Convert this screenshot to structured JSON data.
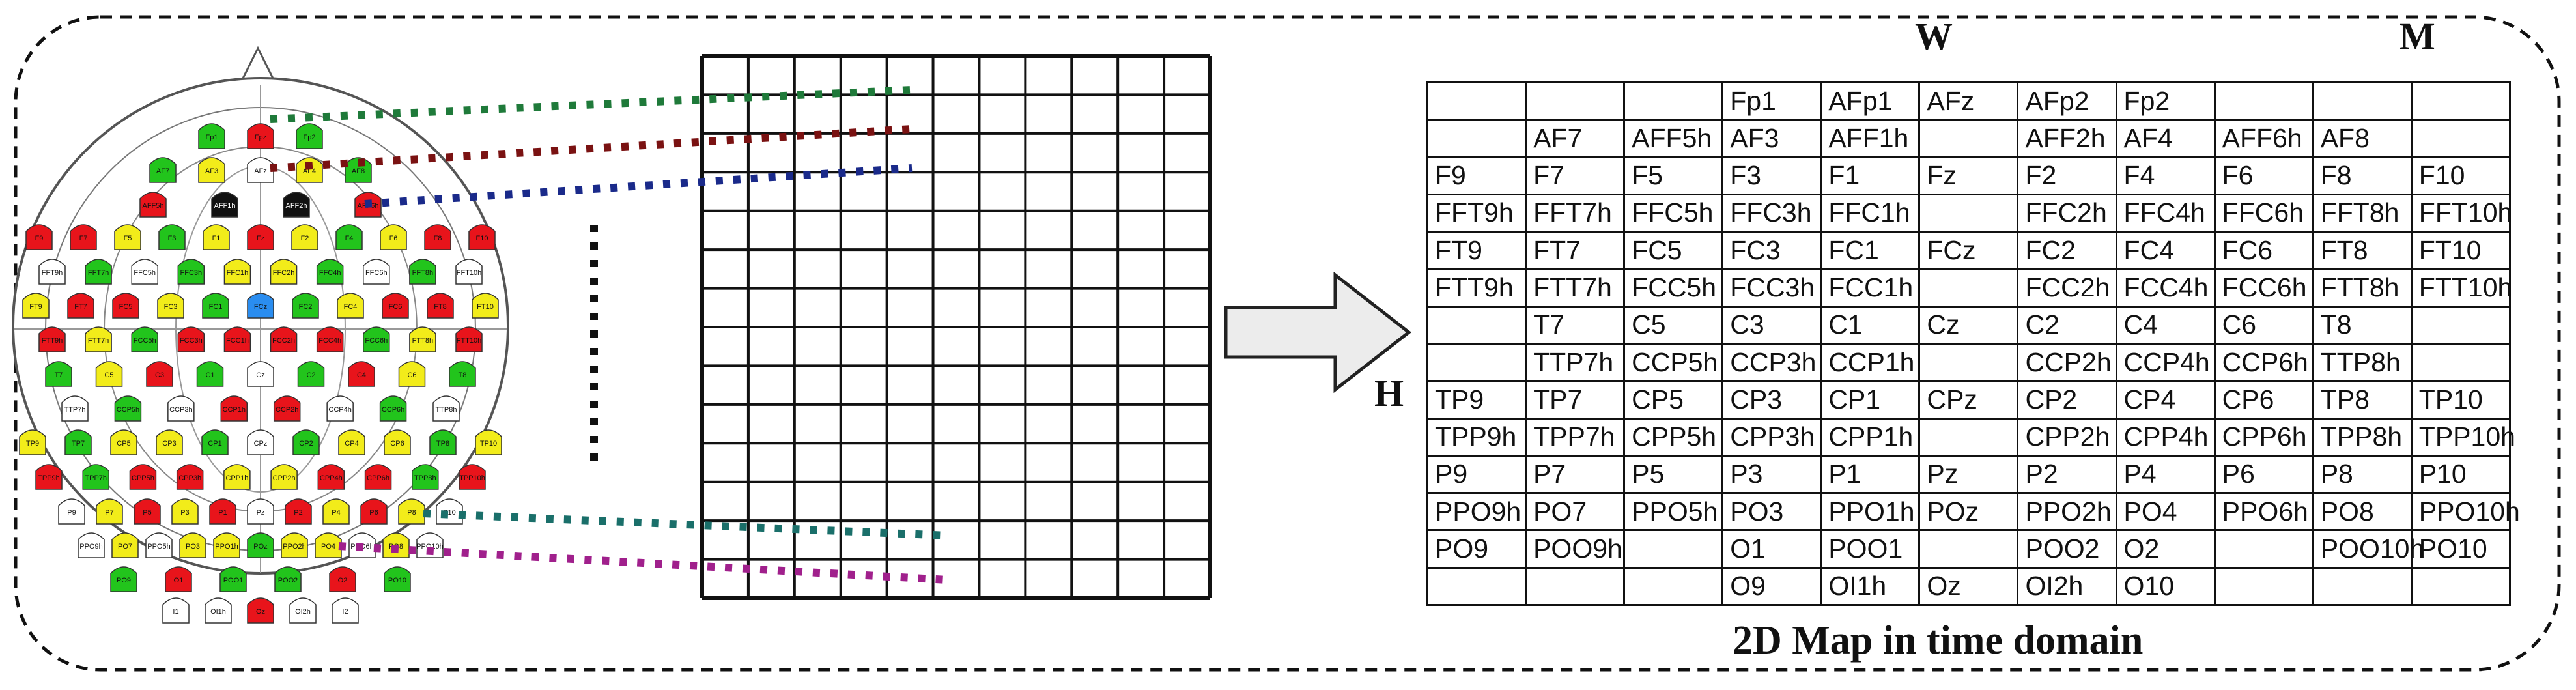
{
  "labels": {
    "width": "W",
    "montage": "M",
    "height": "H",
    "caption": "2D Map in time domain"
  },
  "colors": {
    "red": "#e8141b",
    "yellow": "#f2ec1a",
    "green": "#22c41c",
    "white": "#ffffff",
    "black": "#111111",
    "blue": "#2a8df0",
    "trace_green": "#1f7a3a",
    "trace_maroon": "#7a1212",
    "trace_navy": "#1a2a8a",
    "trace_teal": "#1a6f6a",
    "trace_magenta": "#a0208c"
  },
  "map_rows": [
    [
      "",
      "",
      "",
      "Fp1",
      "AFp1",
      "AFz",
      "AFp2",
      "Fp2",
      "",
      "",
      ""
    ],
    [
      "",
      "AF7",
      "AFF5h",
      "AF3",
      "AFF1h",
      "",
      "AFF2h",
      "AF4",
      "AFF6h",
      "AF8",
      ""
    ],
    [
      "F9",
      "F7",
      "F5",
      "F3",
      "F1",
      "Fz",
      "F2",
      "F4",
      "F6",
      "F8",
      "F10"
    ],
    [
      "FFT9h",
      "FFT7h",
      "FFC5h",
      "FFC3h",
      "FFC1h",
      "",
      "FFC2h",
      "FFC4h",
      "FFC6h",
      "FFT8h",
      "FFT10h"
    ],
    [
      "FT9",
      "FT7",
      "FC5",
      "FC3",
      "FC1",
      "FCz",
      "FC2",
      "FC4",
      "FC6",
      "FT8",
      "FT10"
    ],
    [
      "FTT9h",
      "FTT7h",
      "FCC5h",
      "FCC3h",
      "FCC1h",
      "",
      "FCC2h",
      "FCC4h",
      "FCC6h",
      "FTT8h",
      "FTT10h"
    ],
    [
      "",
      "T7",
      "C5",
      "C3",
      "C1",
      "Cz",
      "C2",
      "C4",
      "C6",
      "T8",
      ""
    ],
    [
      "",
      "TTP7h",
      "CCP5h",
      "CCP3h",
      "CCP1h",
      "",
      "CCP2h",
      "CCP4h",
      "CCP6h",
      "TTP8h",
      ""
    ],
    [
      "TP9",
      "TP7",
      "CP5",
      "CP3",
      "CP1",
      "CPz",
      "CP2",
      "CP4",
      "CP6",
      "TP8",
      "TP10"
    ],
    [
      "TPP9h",
      "TPP7h",
      "CPP5h",
      "CPP3h",
      "CPP1h",
      "",
      "CPP2h",
      "CPP4h",
      "CPP6h",
      "TPP8h",
      "TPP10h"
    ],
    [
      "P9",
      "P7",
      "P5",
      "P3",
      "P1",
      "Pz",
      "P2",
      "P4",
      "P6",
      "P8",
      "P10"
    ],
    [
      "PPO9h",
      "PO7",
      "PPO5h",
      "PO3",
      "PPO1h",
      "POz",
      "PPO2h",
      "PO4",
      "PPO6h",
      "PO8",
      "PPO10h"
    ],
    [
      "PO9",
      "POO9h",
      "",
      "O1",
      "POO1",
      "",
      "POO2",
      "O2",
      "",
      "POO10h",
      "PO10"
    ],
    [
      "",
      "",
      "",
      "O9",
      "OI1h",
      "Oz",
      "OI2h",
      "O10",
      "",
      "",
      ""
    ]
  ],
  "head_rows": [
    {
      "labels": [
        "Fp1",
        "Fpz",
        "Fp2"
      ],
      "colors": [
        "green",
        "red",
        "green"
      ]
    },
    {
      "labels": [
        "AF7",
        "AF3",
        "AFz",
        "AF4",
        "AF8"
      ],
      "colors": [
        "green",
        "yellow",
        "white",
        "yellow",
        "green"
      ]
    },
    {
      "labels": [
        "AFF5h",
        "AFF1h",
        "AFF2h",
        "AFF6h"
      ],
      "colors": [
        "red",
        "black",
        "black",
        "red"
      ]
    },
    {
      "labels": [
        "F9",
        "F7",
        "F5",
        "F3",
        "F1",
        "Fz",
        "F2",
        "F4",
        "F6",
        "F8",
        "F10"
      ],
      "colors": [
        "red",
        "red",
        "yellow",
        "green",
        "yellow",
        "red",
        "yellow",
        "green",
        "yellow",
        "red",
        "red"
      ]
    },
    {
      "labels": [
        "FFT9h",
        "FFT7h",
        "FFC5h",
        "FFC3h",
        "FFC1h",
        "FFC2h",
        "FFC4h",
        "FFC6h",
        "FFT8h",
        "FFT10h"
      ],
      "colors": [
        "white",
        "green",
        "white",
        "green",
        "yellow",
        "yellow",
        "green",
        "white",
        "green",
        "white"
      ]
    },
    {
      "labels": [
        "FT9",
        "FT7",
        "FC5",
        "FC3",
        "FC1",
        "FCz",
        "FC2",
        "FC4",
        "FC6",
        "FT8",
        "FT10"
      ],
      "colors": [
        "yellow",
        "red",
        "red",
        "yellow",
        "green",
        "blue",
        "green",
        "yellow",
        "red",
        "red",
        "yellow"
      ]
    },
    {
      "labels": [
        "FTT9h",
        "FTT7h",
        "FCC5h",
        "FCC3h",
        "FCC1h",
        "FCC2h",
        "FCC4h",
        "FCC6h",
        "FTT8h",
        "FTT10h"
      ],
      "colors": [
        "red",
        "yellow",
        "green",
        "red",
        "red",
        "red",
        "red",
        "green",
        "yellow",
        "red"
      ]
    },
    {
      "labels": [
        "T7",
        "C5",
        "C3",
        "C1",
        "Cz",
        "C2",
        "C4",
        "C6",
        "T8"
      ],
      "colors": [
        "green",
        "yellow",
        "red",
        "green",
        "white",
        "green",
        "red",
        "yellow",
        "green"
      ]
    },
    {
      "labels": [
        "TTP7h",
        "CCP5h",
        "CCP3h",
        "CCP1h",
        "CCP2h",
        "CCP4h",
        "CCP6h",
        "TTP8h"
      ],
      "colors": [
        "white",
        "green",
        "white",
        "red",
        "red",
        "white",
        "green",
        "white"
      ]
    },
    {
      "labels": [
        "TP9",
        "TP7",
        "CP5",
        "CP3",
        "CP1",
        "CPz",
        "CP2",
        "CP4",
        "CP6",
        "TP8",
        "TP10"
      ],
      "colors": [
        "yellow",
        "green",
        "yellow",
        "yellow",
        "green",
        "white",
        "green",
        "yellow",
        "yellow",
        "green",
        "yellow"
      ]
    },
    {
      "labels": [
        "TPP9h",
        "TPP7h",
        "CPP5h",
        "CPP3h",
        "CPP1h",
        "CPP2h",
        "CPP4h",
        "CPP6h",
        "TPP8h",
        "TPP10h"
      ],
      "colors": [
        "red",
        "green",
        "red",
        "red",
        "yellow",
        "yellow",
        "red",
        "red",
        "green",
        "red"
      ]
    },
    {
      "labels": [
        "P9",
        "P7",
        "P5",
        "P3",
        "P1",
        "Pz",
        "P2",
        "P4",
        "P6",
        "P8",
        "P10"
      ],
      "colors": [
        "white",
        "yellow",
        "red",
        "yellow",
        "red",
        "white",
        "red",
        "yellow",
        "red",
        "yellow",
        "white"
      ]
    },
    {
      "labels": [
        "PPO9h",
        "PO7",
        "PPO5h",
        "PO3",
        "PPO1h",
        "POz",
        "PPO2h",
        "PO4",
        "PPO6h",
        "PO8",
        "PPO10h"
      ],
      "colors": [
        "white",
        "yellow",
        "white",
        "yellow",
        "yellow",
        "green",
        "yellow",
        "yellow",
        "white",
        "yellow",
        "white"
      ]
    },
    {
      "labels": [
        "PO9",
        "O1",
        "POO1",
        "POO2",
        "O2",
        "PO10"
      ],
      "colors": [
        "green",
        "red",
        "green",
        "green",
        "red",
        "green"
      ]
    },
    {
      "labels": [
        "I1",
        "OI1h",
        "Oz",
        "OI2h",
        "I2"
      ],
      "colors": [
        "white",
        "white",
        "red",
        "white",
        "white"
      ]
    }
  ]
}
